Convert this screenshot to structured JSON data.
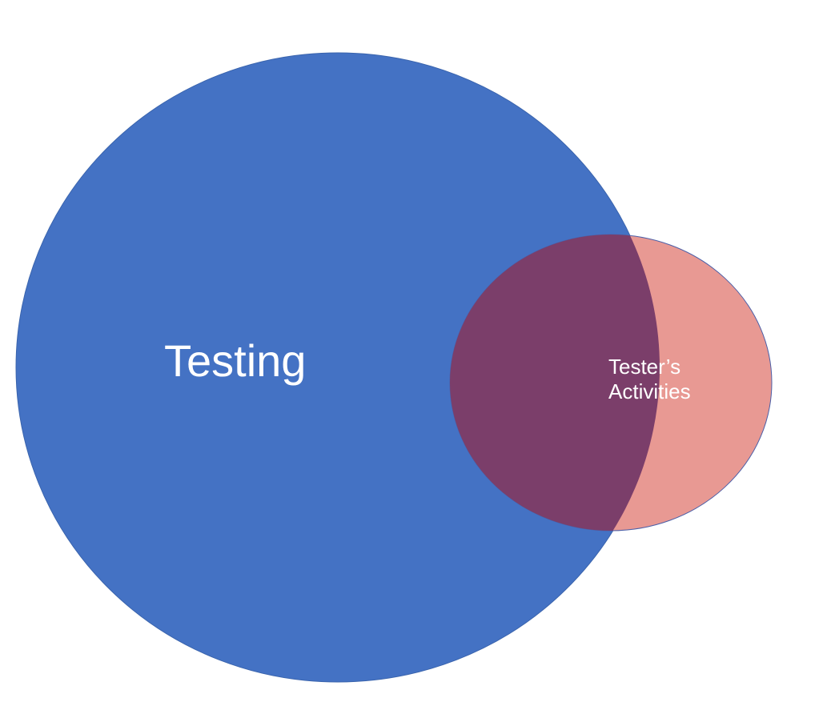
{
  "diagram": {
    "sets": [
      {
        "label": "Testing",
        "color": "#4472c4"
      },
      {
        "label_lines": [
          "Tester’s",
          "Activities"
        ],
        "color": "#e89993"
      }
    ],
    "overlap_color": "#7b3e6a"
  }
}
